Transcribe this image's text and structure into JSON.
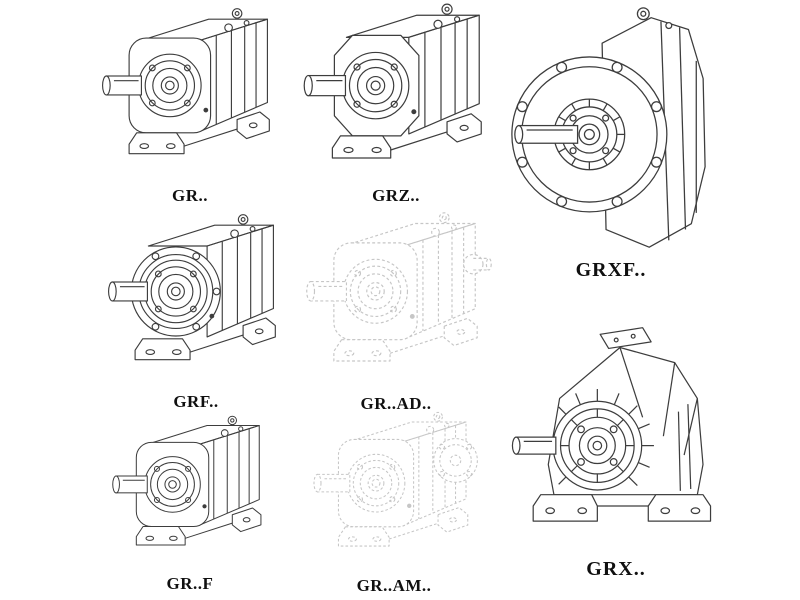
{
  "page": {
    "background": "#ffffff",
    "line_color": "#3d3d3d",
    "ghost_line_color": "#c6c6c6"
  },
  "items": [
    {
      "label": "GR..",
      "drawing": "foot-mounted-helical-gearbox"
    },
    {
      "label": "GRZ..",
      "drawing": "foot-mounted-helical-gearbox-octagonal-housing"
    },
    {
      "label": "GRXF..",
      "drawing": "large-flange-mounted-helical-gearbox"
    },
    {
      "label": "GRF..",
      "drawing": "flange-and-foot-helical-gearbox"
    },
    {
      "label": "GR..AD..",
      "drawing": "helical-gearbox-with-input-shaft-adapter-ghost-outline"
    },
    {
      "label": "GRX..",
      "drawing": "large-foot-mounted-helical-gearbox"
    },
    {
      "label": "GR..F",
      "drawing": "foot-mounted-helical-gearbox-variant"
    },
    {
      "label": "GR..AM..",
      "drawing": "helical-gearbox-with-motor-adapter-flange-ghost-outline"
    }
  ]
}
